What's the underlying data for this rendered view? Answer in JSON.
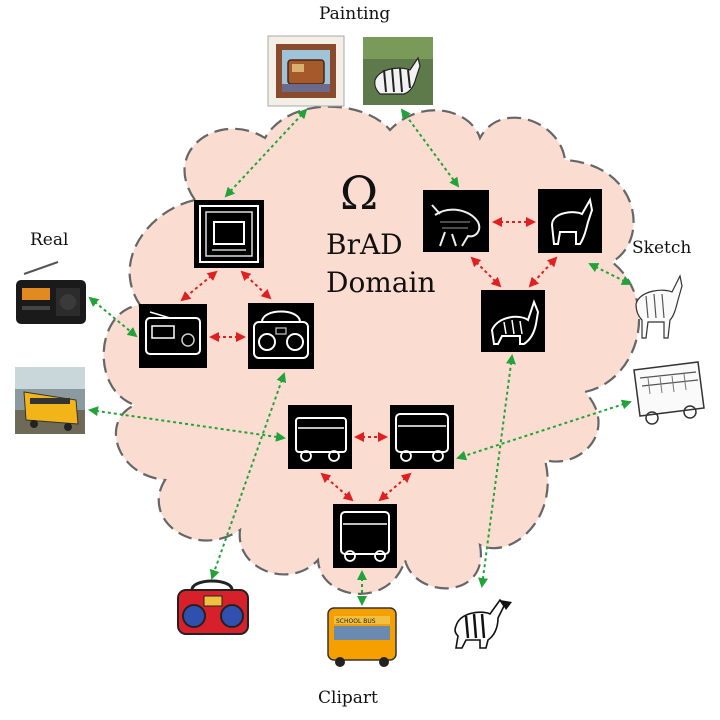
{
  "labels": {
    "painting": "Painting",
    "real": "Real",
    "sketch": "Sketch",
    "clipart": "Clipart",
    "omega": "Ω",
    "brad_line1": "BrAD",
    "brad_line2": "Domain",
    "clipart_bus_text": "SCHOOL BUS"
  },
  "colors": {
    "cloud_fill": "#fadcd0",
    "cloud_outline": "#666666",
    "green_arrow": "#22a33a",
    "red_arrow": "#e02020",
    "tile_bg": "#000000"
  },
  "icons": {
    "real_radio": "radio-photo",
    "real_bus": "school-bus-photo",
    "painting_radio": "framed-radio-painting",
    "painting_zebra": "zebra-painting",
    "sketch_zebra": "zebra-sketch",
    "sketch_bus": "bus-sketch",
    "clipart_radio": "boombox-clipart",
    "clipart_bus": "school-bus-clipart",
    "clipart_zebra": "zebra-clipart"
  }
}
